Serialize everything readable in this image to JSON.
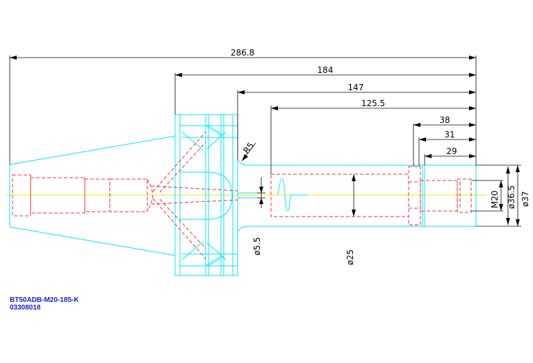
{
  "dimensions": {
    "overall_length": "286.8",
    "flange_to_end": "184",
    "neck_to_end": "147",
    "body_to_end": "125.5",
    "slot_a": "38",
    "slot_b": "31",
    "slot_c": "29",
    "radius": "R5",
    "thread": "M20",
    "dia_a": "ø36.5",
    "dia_b": "ø37",
    "dia_small": "ø5.5",
    "dia_bore": "ø25"
  },
  "part": {
    "code": "BT50ADB-M20-185-K",
    "number": "03308018"
  },
  "colors": {
    "outline": "#00e5ff",
    "hidden": "#ff2a2a",
    "center": "#e8e800",
    "dimension": "#000000",
    "label": "#1a1ad8"
  }
}
